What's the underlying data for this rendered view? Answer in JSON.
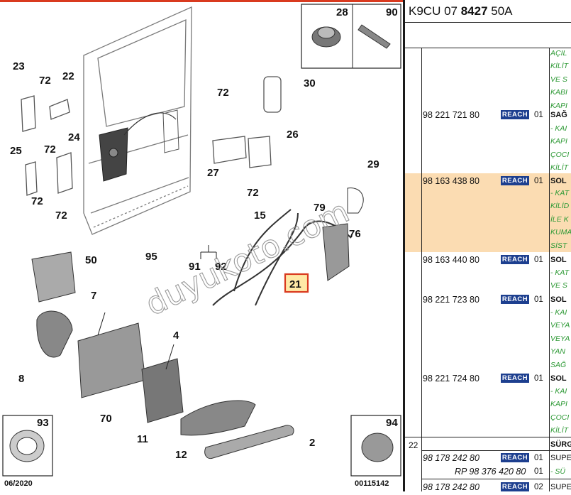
{
  "diagram": {
    "callouts": [
      {
        "id": "c28",
        "t": "28"
      },
      {
        "id": "c90",
        "t": "90"
      },
      {
        "id": "c23",
        "t": "23"
      },
      {
        "id": "c72a",
        "t": "72"
      },
      {
        "id": "c22",
        "t": "22"
      },
      {
        "id": "c72b",
        "t": "72"
      },
      {
        "id": "c72c",
        "t": "72"
      },
      {
        "id": "c30",
        "t": "30"
      },
      {
        "id": "c26",
        "t": "26"
      },
      {
        "id": "c27",
        "t": "27"
      },
      {
        "id": "c72d",
        "t": "72"
      },
      {
        "id": "c25",
        "t": "25"
      },
      {
        "id": "c24",
        "t": "24"
      },
      {
        "id": "c72e",
        "t": "72"
      },
      {
        "id": "c72f",
        "t": "72"
      },
      {
        "id": "c29",
        "t": "29"
      },
      {
        "id": "c15",
        "t": "15"
      },
      {
        "id": "c79",
        "t": "79"
      },
      {
        "id": "c76",
        "t": "76"
      },
      {
        "id": "c95",
        "t": "95"
      },
      {
        "id": "c91",
        "t": "91"
      },
      {
        "id": "c92",
        "t": "92"
      },
      {
        "id": "c21",
        "t": "21"
      },
      {
        "id": "c50",
        "t": "50"
      },
      {
        "id": "c7",
        "t": "7"
      },
      {
        "id": "c4",
        "t": "4"
      },
      {
        "id": "c8",
        "t": "8"
      },
      {
        "id": "c70",
        "t": "70"
      },
      {
        "id": "c11",
        "t": "11"
      },
      {
        "id": "c12",
        "t": "12"
      },
      {
        "id": "c2",
        "t": "2"
      },
      {
        "id": "c93",
        "t": "93"
      },
      {
        "id": "c94",
        "t": "94"
      }
    ],
    "date_code": "06/2020",
    "sheet_code": "00115142",
    "watermark": "duyukoto.com",
    "highlight_color": "#d93a1f"
  },
  "panel": {
    "ref_prefix": "K9CU 07 ",
    "ref_bold": "8427",
    "ref_suffix": " 50A",
    "badge_label": "REACH",
    "badge_color": "#1d3f8f",
    "highlight_row_color": "#fbdcb2",
    "green_note_color": "#2e9a36",
    "top_notes": [
      "AÇIL",
      "KİLİT",
      "VE S",
      "KABI",
      "KAPI"
    ],
    "rows": [
      {
        "pn": "98 221 721 80",
        "qty": "01",
        "desc": "SAĞ",
        "notes": [
          "- KAI",
          "KAPI",
          "ÇOCI",
          "KİLİT"
        ]
      },
      {
        "pn": "98 163 438 80",
        "qty": "01",
        "desc": "SOL",
        "notes": [
          "- KAT",
          "KİLİD",
          "İLE K",
          "KUMA",
          "SİST"
        ]
      },
      {
        "pn": "98 163 440 80",
        "qty": "01",
        "desc": "SOL",
        "notes": [
          "- KAT",
          "VE S"
        ]
      },
      {
        "pn": "98 221 723 80",
        "qty": "01",
        "desc": "SOL",
        "notes": [
          "- KAI",
          "VEYA",
          "VEYA",
          "YAN",
          "SAĞ"
        ]
      },
      {
        "pn": "98 221 724 80",
        "qty": "01",
        "desc": "SOL",
        "notes": [
          "- KAI",
          "KAPI",
          "ÇOCI",
          "KİLİT"
        ]
      }
    ],
    "group": {
      "num": "22",
      "desc": "SÜRG",
      "lines": [
        {
          "pn": "98 178 242 80",
          "badge": true,
          "qty": "01",
          "desc": "SUPE"
        },
        {
          "pn": "RP 98 376 420 80",
          "badge": false,
          "qty": "01",
          "desc": "- SÜ"
        },
        {
          "pn": "98 178 242 80",
          "badge": true,
          "qty": "02",
          "desc": "SUPE"
        }
      ]
    }
  }
}
